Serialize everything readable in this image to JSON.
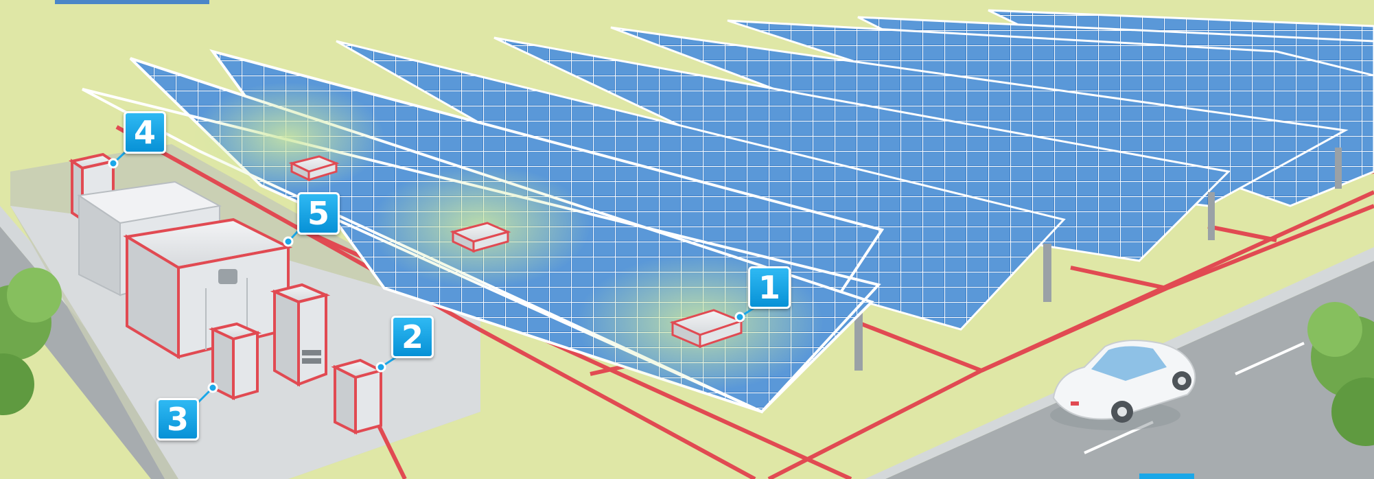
{
  "colors": {
    "ground": "#dfe7a6",
    "grass_light": "#e7edb6",
    "cable": "#e14a52",
    "panel_blue": "#3f7fc6",
    "badge": "#1aa7e8",
    "road": "#a7acaf"
  },
  "icons": [
    "solar-panel-icon",
    "junction-box-icon",
    "power-conditioner-icon",
    "transformer-icon",
    "car-icon",
    "tree-icon"
  ],
  "callouts": [
    {
      "number": "1",
      "target": "junction-box"
    },
    {
      "number": "2",
      "target": "connection-box"
    },
    {
      "number": "3",
      "target": "power-conditioner"
    },
    {
      "number": "4",
      "target": "distribution-cabinet"
    },
    {
      "number": "5",
      "target": "transformer-cubicle"
    }
  ]
}
